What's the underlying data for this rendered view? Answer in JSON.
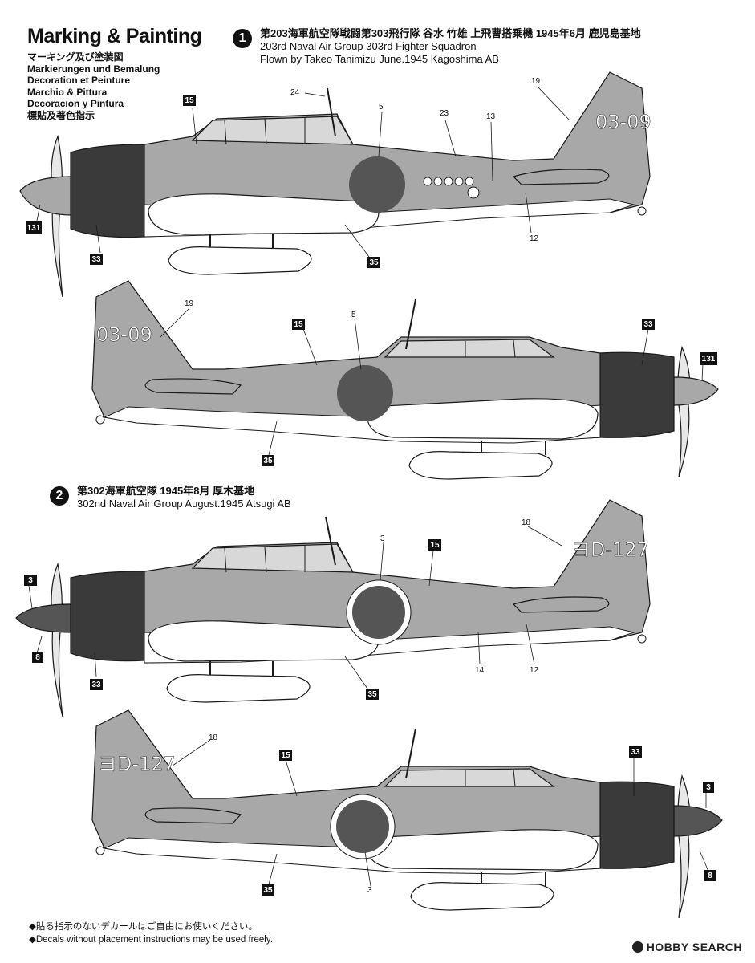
{
  "header": {
    "title": "Marking & Painting",
    "subtitles": [
      "マーキング及び塗装図",
      "Markierungen und Bemalung",
      "Decoration et Peinture",
      "Marchio & Pittura",
      "Decoracion y Pintura",
      "標貼及著色指示"
    ]
  },
  "schemes": [
    {
      "number": "1",
      "lines": [
        "第203海軍航空隊戦闘第303飛行隊 谷水 竹雄 上飛曹搭乗機 1945年6月 鹿児島基地",
        "203rd Naval Air Group 303rd Fighter Squadron",
        "Flown by Takeo Tanimizu June.1945 Kagoshima AB"
      ],
      "tail_code": "03-09"
    },
    {
      "number": "2",
      "lines": [
        "第302海軍航空隊 1945年8月 厚木基地",
        "302nd Naval Air Group August.1945 Atsugi AB"
      ],
      "tail_code": "ヨD-127"
    }
  ],
  "callouts": {
    "a1": {
      "c131": "131",
      "c33": "33",
      "c15": "15",
      "c24": "24",
      "c5": "5",
      "c23": "23",
      "c13": "13",
      "c19": "19",
      "c12": "12",
      "c35": "35"
    },
    "a2": {
      "c19": "19",
      "c15": "15",
      "c5": "5",
      "c33": "33",
      "c131": "131",
      "c35": "35"
    },
    "a3": {
      "c3": "3",
      "c8": "8",
      "c33": "33",
      "c3b": "3",
      "c15": "15",
      "c18": "18",
      "c14": "14",
      "c12": "12",
      "c35": "35"
    },
    "a4": {
      "c18": "18",
      "c15": "15",
      "c33": "33",
      "c3": "3",
      "c8": "8",
      "c35": "35",
      "c3b": "3"
    }
  },
  "footer": {
    "lines": [
      "◆貼る指示のないデカールはご自由にお使いください。",
      "◆Decals without placement instructions may be used freely."
    ]
  },
  "watermark": "HOBBY SEARCH",
  "colors": {
    "upper_gray": "#a8a8a8",
    "lower_white": "#ffffff",
    "cowling": "#3a3a3a",
    "hinomaru": "#555555",
    "line": "#1a1a1a"
  }
}
